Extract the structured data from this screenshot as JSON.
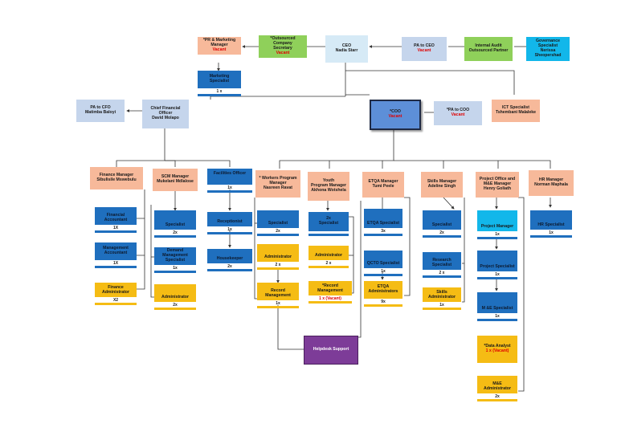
{
  "ceo": {
    "title": "CEO",
    "name": "Nadia Starr"
  },
  "pr_marketing": {
    "title": "*PR & Marketing\nManager",
    "status": "Vacant"
  },
  "marketing_specialist": {
    "title": "Marketing Specialist",
    "count": "1 x"
  },
  "company_secretary": {
    "title": "*Outsourced Company\nSecretary",
    "status": "Vacant"
  },
  "pa_ceo": {
    "title": "PA to CEO",
    "status": "Vacant"
  },
  "internal_audit": {
    "title": "Internal Audit",
    "name": "Outsourced Partner"
  },
  "governance": {
    "title": "Governance Specialist",
    "name": "Nerissa Sheopershad"
  },
  "coo": {
    "title": "*COO",
    "status": "Vacant"
  },
  "pa_coo": {
    "title": "*PA to COO",
    "status": "Vacant"
  },
  "ict": {
    "title": "ICT Specialist",
    "name": "Tshembani Malaleke"
  },
  "pa_cfo": {
    "title": "PA to CFO",
    "name": "Matimba Baloyi"
  },
  "cfo": {
    "title": "Chief Financial Officer",
    "name": "David Molapo"
  },
  "finance_manager": {
    "title": "Finance Manager",
    "name": "Sibulisile Mswebulu"
  },
  "financial_accountant": {
    "title": "Financial Accountant",
    "count": "1X"
  },
  "management_accountant": {
    "title": "Management\nAccountant",
    "count": "1X"
  },
  "finance_administrator": {
    "title": "Finance Administrator",
    "count": "X2"
  },
  "scm_manager": {
    "title": "SCM Manager",
    "name": "Mukelani Mdlalose"
  },
  "scm_specialist": {
    "title": "Specialist",
    "count": "2x"
  },
  "demand_specialist": {
    "title": "Demand Management\nSpecialist",
    "count": "1x"
  },
  "scm_administrator": {
    "title": "Administrator",
    "count": "2x"
  },
  "facilities_officer": {
    "title": "Facilities Officer",
    "count": "1x"
  },
  "receptionist": {
    "title": "Receptionist",
    "count": "1x"
  },
  "housekeeper": {
    "title": "Housekeeper",
    "count": "2x"
  },
  "workers_manager": {
    "title": "* Workers Program\nManager",
    "name": "Nasreen Ravat"
  },
  "workers_specialist": {
    "title": "Specialist",
    "count": "2x"
  },
  "workers_administrator": {
    "title": "Administrator",
    "count": "2 x"
  },
  "record_management": {
    "title": "Record Management",
    "count": "1x"
  },
  "youth_manager": {
    "title": "Youth\nProgram Manager",
    "name": "Akhona Wotshela"
  },
  "youth_specialist": {
    "title": "2x\nSpecialist"
  },
  "youth_administrator": {
    "title": "Administrator",
    "count": "2 x"
  },
  "youth_record": {
    "title": "*Record Management",
    "count": "1 x (Vacant)"
  },
  "etqa_manager": {
    "title": "ETQA Manager",
    "name": "Tumi Peele"
  },
  "etqa_specialist": {
    "title": "ETQA Specialist",
    "count": "3x"
  },
  "qcto_specialist": {
    "title": "QCTO Specialist",
    "count": "1x"
  },
  "etqa_administrators": {
    "title": "ETQA\nAdministrators",
    "count": "9x"
  },
  "skills_manager": {
    "title": "Skills Manager",
    "name": "Adeline Singh"
  },
  "skills_specialist": {
    "title": "Specialist",
    "count": "2x"
  },
  "research_specialist": {
    "title": "Research Specialist",
    "count": "2 x"
  },
  "skills_administrator": {
    "title": "Skills Administrator",
    "count": "1x"
  },
  "project_office": {
    "title": "Project Office and\nM&E Manager",
    "name": "Henry Goliath"
  },
  "project_manager": {
    "title": "Project Manager",
    "count": "1x"
  },
  "project_specialist": {
    "title": "Project Specialist",
    "count": "1x"
  },
  "me_specialist": {
    "title": "M &E Specialist",
    "count": "1x"
  },
  "data_analyst": {
    "title": "*Data Analyst",
    "status": "1 x (Vacant)"
  },
  "me_administrator": {
    "title": "M&E Administrator",
    "count": "2x"
  },
  "hr_manager": {
    "title": "HR Manager",
    "name": "Norman Maphala"
  },
  "hr_specialist": {
    "title": "HR Specialist",
    "count": "1x"
  },
  "helpdesk": {
    "title": "Helpdesk Support"
  },
  "colors": {
    "peach": "#f7b99a",
    "light_blue": "#c5d5ec",
    "dark_blue": "#1f6fbe",
    "gold": "#f5bc14",
    "green": "#8fd05a",
    "coo_blue": "#5d8fd8",
    "cyan": "#12b7ea",
    "purple": "#7d3c98",
    "vacant_red": "#e00000"
  }
}
